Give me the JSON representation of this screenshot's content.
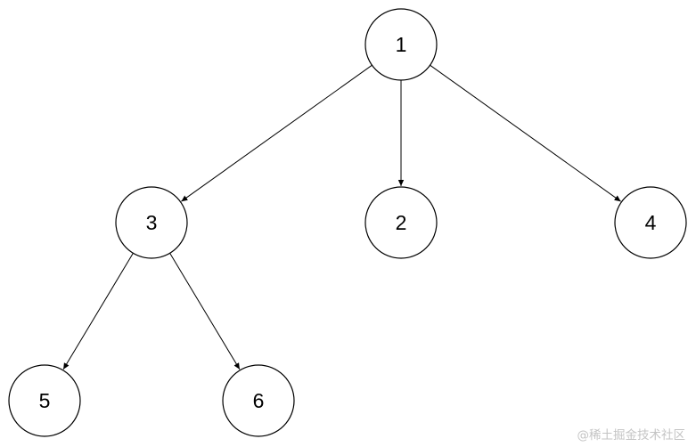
{
  "diagram": {
    "type": "tree",
    "nodes": [
      {
        "id": "1",
        "label": "1"
      },
      {
        "id": "2",
        "label": "2"
      },
      {
        "id": "3",
        "label": "3"
      },
      {
        "id": "4",
        "label": "4"
      },
      {
        "id": "5",
        "label": "5"
      },
      {
        "id": "6",
        "label": "6"
      }
    ],
    "edges": [
      {
        "from": "1",
        "to": "3"
      },
      {
        "from": "1",
        "to": "2"
      },
      {
        "from": "1",
        "to": "4"
      },
      {
        "from": "3",
        "to": "5"
      },
      {
        "from": "3",
        "to": "6"
      }
    ]
  },
  "watermark": {
    "text": "@稀土掘金技术社区"
  }
}
